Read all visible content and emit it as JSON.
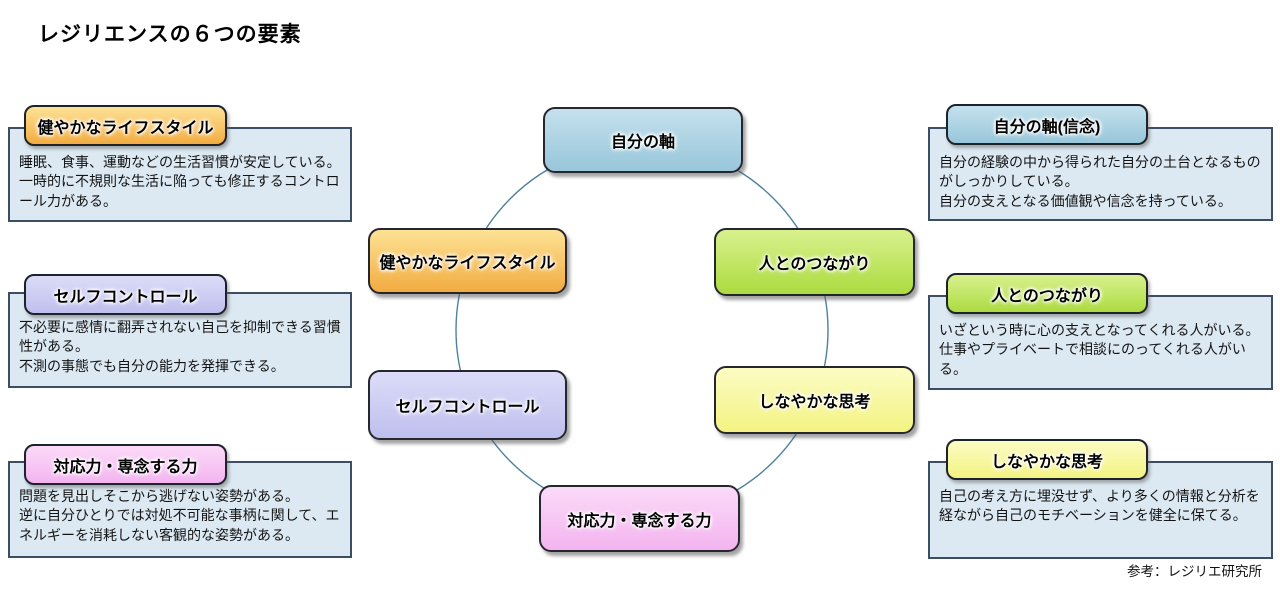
{
  "title": "レジリエンスの６つの要素",
  "footer": "参考：レジリエ研究所",
  "colors": {
    "panel_body_bg": "#DCE9F2",
    "panel_body_border": "#3D4D63",
    "node_border": "#26262E",
    "circle_stroke": "#4E819C",
    "orange": "#F2AC40",
    "lavender": "#BFBFEE",
    "pink": "#F3B4EF",
    "blue": "#98C6DA",
    "green": "#ACDB40",
    "yellow": "#F3F382"
  },
  "diagram": {
    "nodes": [
      {
        "label": "自分の軸",
        "color": "blue",
        "position": "top"
      },
      {
        "label": "人とのつながり",
        "color": "green",
        "position": "upper-right"
      },
      {
        "label": "しなやかな思考",
        "color": "yellow",
        "position": "lower-right"
      },
      {
        "label": "対応力・専念する力",
        "color": "pink",
        "position": "bottom"
      },
      {
        "label": "セルフコントロール",
        "color": "lavender",
        "position": "lower-left"
      },
      {
        "label": "健やかなライフスタイル",
        "color": "orange",
        "position": "upper-left"
      }
    ]
  },
  "left_panels": [
    {
      "title": "健やかなライフスタイル",
      "body": "睡眠、食事、運動などの生活習慣が安定している。\n一時的に不規則な生活に陥っても修正するコントロール力がある。"
    },
    {
      "title": "セルフコントロール",
      "body": "不必要に感情に翻弄されない自己を抑制できる習慣性がある。\n不測の事態でも自分の能力を発揮できる。"
    },
    {
      "title": "対応力・専念する力",
      "body": "問題を見出しそこから逃げない姿勢がある。\n逆に自分ひとりでは対処不可能な事柄に関して、エネルギーを消耗しない客観的な姿勢がある。"
    }
  ],
  "right_panels": [
    {
      "title": "自分の軸(信念)",
      "body": "自分の経験の中から得られた自分の土台となるものがしっかりしている。\n自分の支えとなる価値観や信念を持っている。"
    },
    {
      "title": "人とのつながり",
      "body": "いざという時に心の支えとなってくれる人がいる。\n仕事やプライベートで相談にのってくれる人がいる。"
    },
    {
      "title": "しなやかな思考",
      "body": "自己の考え方に埋没せず、より多くの情報と分析を経ながら自己のモチベーションを健全に保てる。"
    }
  ]
}
